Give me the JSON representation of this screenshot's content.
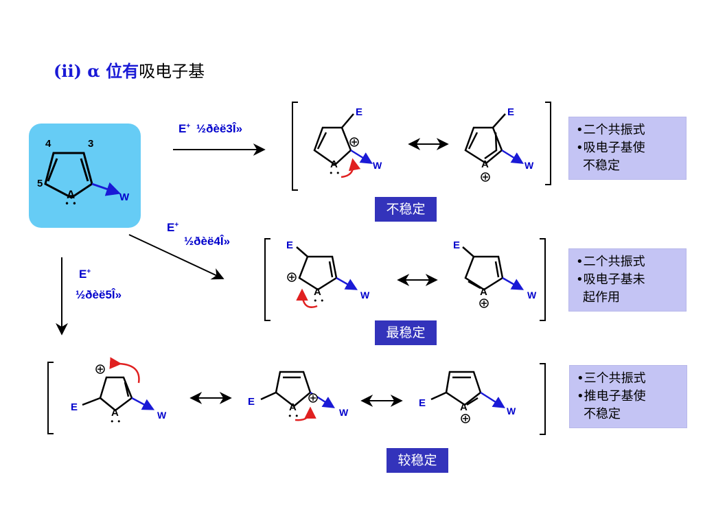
{
  "title": {
    "prefix": "(ii) α 位有",
    "suffix": "吸电子基"
  },
  "reactant": {
    "num4": "4",
    "num3": "3",
    "num5": "5",
    "atom": "A",
    "group": "W"
  },
  "routes": {
    "r3": {
      "reagent": "E",
      "sup": "+",
      "pos": "½ðèë3Î»"
    },
    "r4": {
      "reagent": "E",
      "sup": "+",
      "pos": "½ðèë4Î»"
    },
    "r5": {
      "reagent": "E",
      "sup": "+",
      "pos": "½ðèë5Î»"
    }
  },
  "atoms": {
    "A": "A",
    "E": "E",
    "W": "W"
  },
  "badges": {
    "b3": "不稳定",
    "b4": "最稳定",
    "b5": "较稳定"
  },
  "notes": {
    "n3": [
      "•二个共振式",
      "•吸电子基使",
      " 不稳定"
    ],
    "n4": [
      "•二个共振式",
      "•吸电子基未",
      " 起作用"
    ],
    "n5": [
      "•三个共振式",
      "•推电子基使",
      " 不稳定"
    ]
  },
  "colors": {
    "reactant_bg": "#66ccf5",
    "atom_text": "#0000cc",
    "curved_arrow": "#e02020",
    "badge_bg": "#3333bb",
    "note_bg": "#c4c4f4"
  }
}
